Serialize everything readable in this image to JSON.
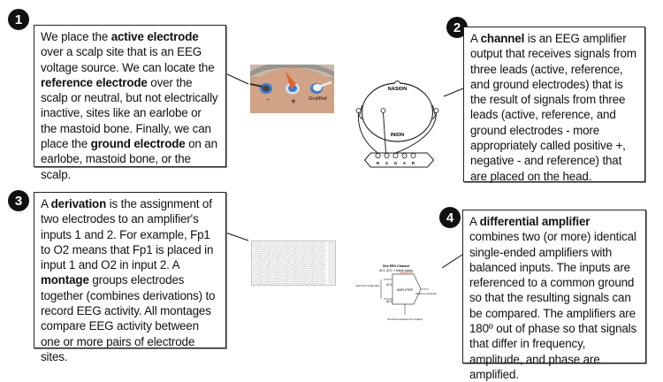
{
  "steps": [
    {
      "number": "1",
      "parts": [
        {
          "t": "We place the ",
          "b": false
        },
        {
          "t": "active electrode",
          "b": true
        },
        {
          "t": " over a scalp site that is an EEG voltage source. We can locate the ",
          "b": false
        },
        {
          "t": "reference electrode",
          "b": true
        },
        {
          "t": " over the scalp or neutral, but not electrically inactive, sites like an earlobe or the mastoid bone. Finally, we can place the ",
          "b": false
        },
        {
          "t": "ground electrode",
          "b": true
        },
        {
          "t": " on an earlobe, mastoid bone, or the scalp.",
          "b": false
        }
      ],
      "illustration": "electrode-photo",
      "photo_labels": {
        "negative": "-",
        "positive": "+",
        "ground": "Gnd/Ref"
      }
    },
    {
      "number": "2",
      "parts": [
        {
          "t": "A ",
          "b": false
        },
        {
          "t": "channel",
          "b": true
        },
        {
          "t": " is an EEG amplifier output that receives signals from three leads (active, reference, and ground electrodes) that is the result of signals from three leads (active, reference, and ground electrodes - more appropriately called positive +, negative - and reference) that are placed on the head.",
          "b": false
        }
      ],
      "illustration": "head-diagram",
      "head_labels": {
        "top": "NASION",
        "bottom": "INION",
        "connector": [
          "R",
          "A",
          "G",
          "A",
          "R"
        ]
      }
    },
    {
      "number": "3",
      "parts": [
        {
          "t": "A ",
          "b": false
        },
        {
          "t": "derivation",
          "b": true
        },
        {
          "t": " is the assignment of two electrodes to an amplifier's inputs 1 and 2. For example, Fp1 to O2 means that Fp1 is placed in input 1 and O2 in input 2. A ",
          "b": false
        },
        {
          "t": "montage",
          "b": true
        },
        {
          "t": " groups electrodes together (combines derivations) to record EEG activity. All montages compare EEG activity between one or more pairs of electrode sites.",
          "b": false
        }
      ],
      "illustration": "eeg-recording"
    },
    {
      "number": "4",
      "parts": [
        {
          "t": "A ",
          "b": false
        },
        {
          "t": "differential amplifier",
          "b": true
        },
        {
          "t": " combines two (or more) identical single-ended amplifiers with balanced inputs. The inputs are referenced to a common ground so that the resulting signals can be compared. The amplifiers are 180º out of phase so that signals that differ in frequency, amplitude, and phase are amplified.",
          "b": false
        }
      ],
      "illustration": "amplifier-diagram",
      "amp_labels": {
        "title": "One EEG Channel",
        "subtitle": "AC1, AC2 = Active Inputs",
        "input": "Input from scalp sites",
        "ac1": "AC1",
        "ac2": "AC2",
        "amp": "AMPLIFIER",
        "output": "Output to computer",
        "ground": "Ground connection from subject"
      }
    }
  ],
  "colors": {
    "badge": "#111111",
    "electrode_pos": "#e8622a",
    "electrode_ring": "#3a7bd5",
    "underline": "#cc2222"
  }
}
